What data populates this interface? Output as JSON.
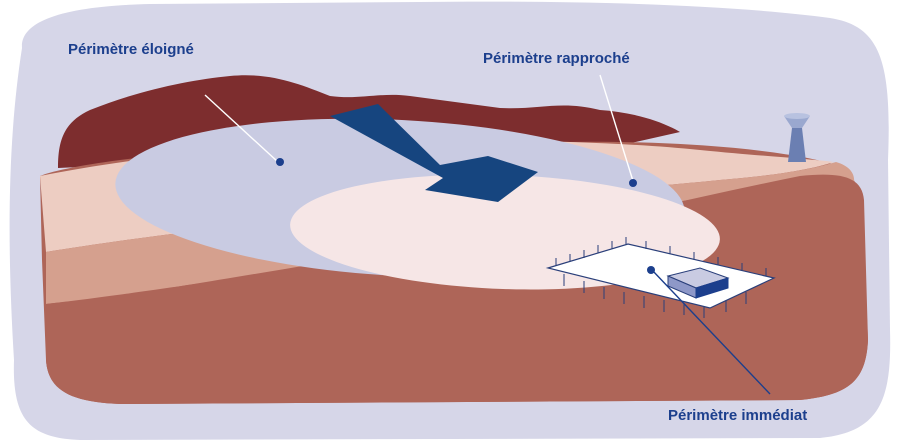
{
  "labels": {
    "perimetre_eloigne": "Périmètre éloigné",
    "perimetre_rapproche": "Périmètre rapproché",
    "perimetre_immediat": "Périmètre immédiat"
  },
  "colors": {
    "background_lavender": "#d6d6e8",
    "outer_zone": "#c9cbe2",
    "close_zone": "#f6e6e6",
    "hill_dark": "#7d2d2e",
    "terrain_rust": "#ae6558",
    "terrain_pink": "#edcdc2",
    "terrain_tan": "#d5a08e",
    "arrow_navy": "#16457f",
    "label_blue": "#1c3f8d",
    "water_tower": "#6b7fb2"
  },
  "icons": {
    "flow_arrow": "flow-direction-arrow-icon",
    "water_tower": "water-tower-icon",
    "well_building": "pumping-station-icon"
  }
}
